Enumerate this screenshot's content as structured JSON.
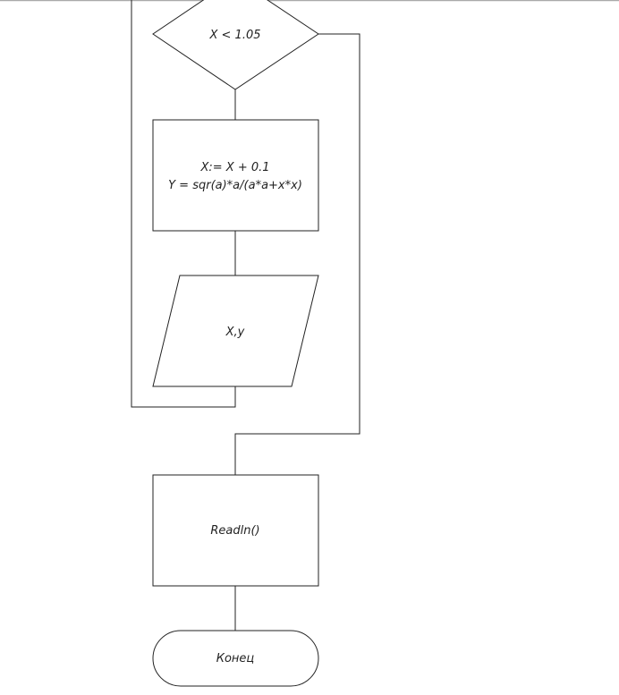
{
  "flowchart": {
    "condition": "X < 1.05",
    "process_line1": "X:= X + 0.1",
    "process_line2": "Y = sqr(a)*a/(a*a+x*x)",
    "output": "X,y",
    "readln": "Readln()",
    "end": "Конец"
  }
}
